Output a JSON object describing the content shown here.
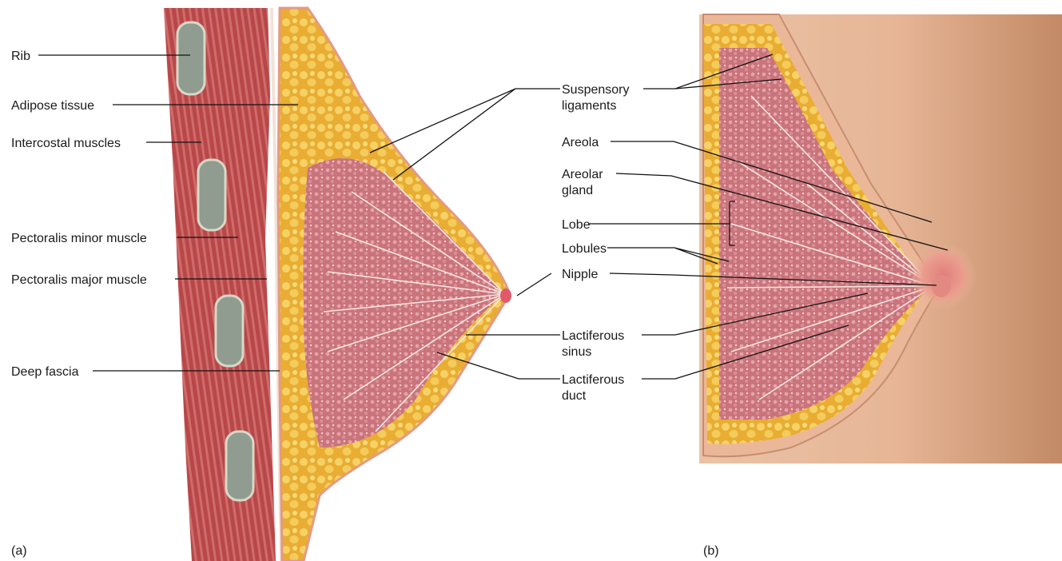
{
  "panel_a": {
    "panel_label": "(a)",
    "labels": {
      "rib": "Rib",
      "adipose_tissue": "Adipose tissue",
      "intercostal_muscles": "Intercostal muscles",
      "pectoralis_minor": "Pectoralis minor muscle",
      "pectoralis_major": "Pectoralis major muscle",
      "deep_fascia": "Deep fascia"
    }
  },
  "center_labels": {
    "suspensory_1": "Suspensory",
    "suspensory_2": "ligaments",
    "areola": "Areola",
    "areolar_gland_1": "Areolar",
    "areolar_gland_2": "gland",
    "lobe": "Lobe",
    "lobules": "Lobules",
    "nipple": "Nipple",
    "lactiferous_sinus_1": "Lactiferous",
    "lactiferous_sinus_2": "sinus",
    "lactiferous_duct_1": "Lactiferous",
    "lactiferous_duct_2": "duct"
  },
  "panel_b": {
    "panel_label": "(b)"
  },
  "colors": {
    "muscle": "#b8474a",
    "muscle_light": "#d9857c",
    "adipose": "#f0c24a",
    "adipose_light": "#f7dc7e",
    "gland_tissue": "#c96f78",
    "skin": "#e8b99a",
    "skin_shadow": "#c98f6e",
    "rib_bone": "#9aa79a",
    "areola": "#e68a86"
  }
}
